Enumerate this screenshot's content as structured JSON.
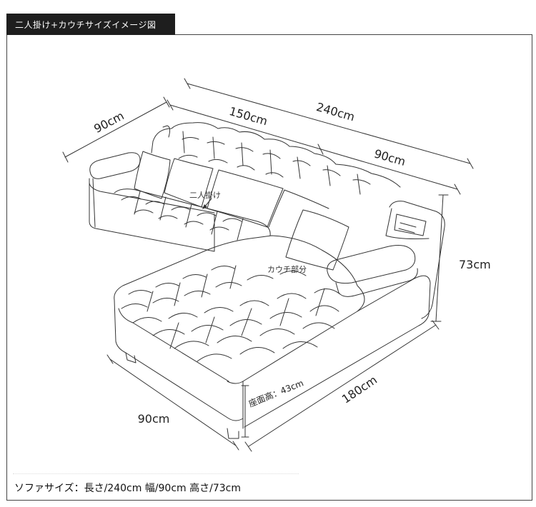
{
  "title": "二人掛け+カウチサイズイメージ図",
  "dimensions": {
    "arm_width": "90cm",
    "two_seat": "150cm",
    "total_length": "240cm",
    "couch_width": "90cm",
    "height": "73cm",
    "couch_length": "180cm",
    "couch_depth": "90cm"
  },
  "labels": {
    "two_seater": "二人掛け",
    "couch_part": "カウチ部分",
    "seat_height": "座面高：43cm"
  },
  "caption": "ソファサイズ：長さ/240cm 幅/90cm 高さ/73cm"
}
